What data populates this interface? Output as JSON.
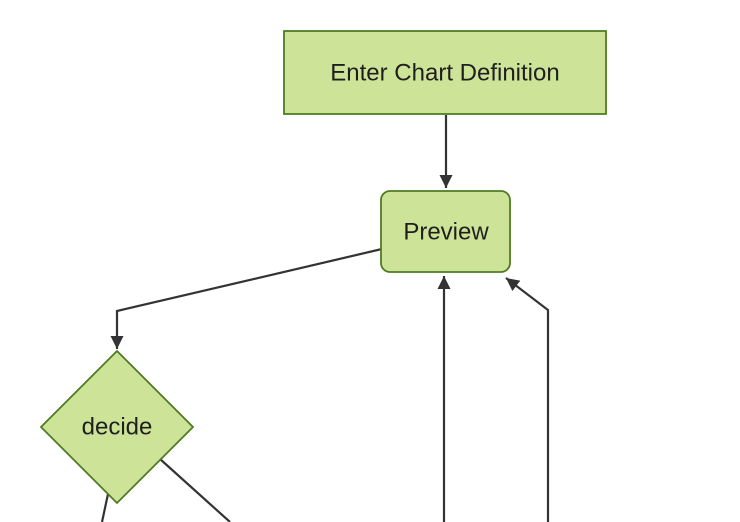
{
  "diagram": {
    "type": "flowchart-top-down",
    "colors": {
      "background": "#ffffff",
      "node_fill": "#cde498",
      "node_border": "#4e7c23",
      "edge": "#333333",
      "arrowhead": "#333333",
      "label": "#1f1f1f"
    },
    "nodes": [
      {
        "id": "enter-chart-definition",
        "shape": "rectangle",
        "label": "Enter Chart Definition"
      },
      {
        "id": "preview",
        "shape": "rounded-rectangle",
        "label": "Preview"
      },
      {
        "id": "decide",
        "shape": "diamond",
        "label": "decide"
      }
    ],
    "edges": [
      {
        "from": "enter-chart-definition",
        "to": "preview",
        "arrowhead": true
      },
      {
        "from": "preview",
        "to": "decide",
        "arrowhead": true
      },
      {
        "from": "offscreen-bottom",
        "to": "preview",
        "arrowhead": true
      },
      {
        "from": "offscreen-bottom-right",
        "to": "preview",
        "arrowhead": true
      },
      {
        "from": "decide",
        "to": "offscreen-bottom-left",
        "arrowhead": false
      },
      {
        "from": "decide",
        "to": "offscreen-bottom-right",
        "arrowhead": false
      }
    ]
  }
}
